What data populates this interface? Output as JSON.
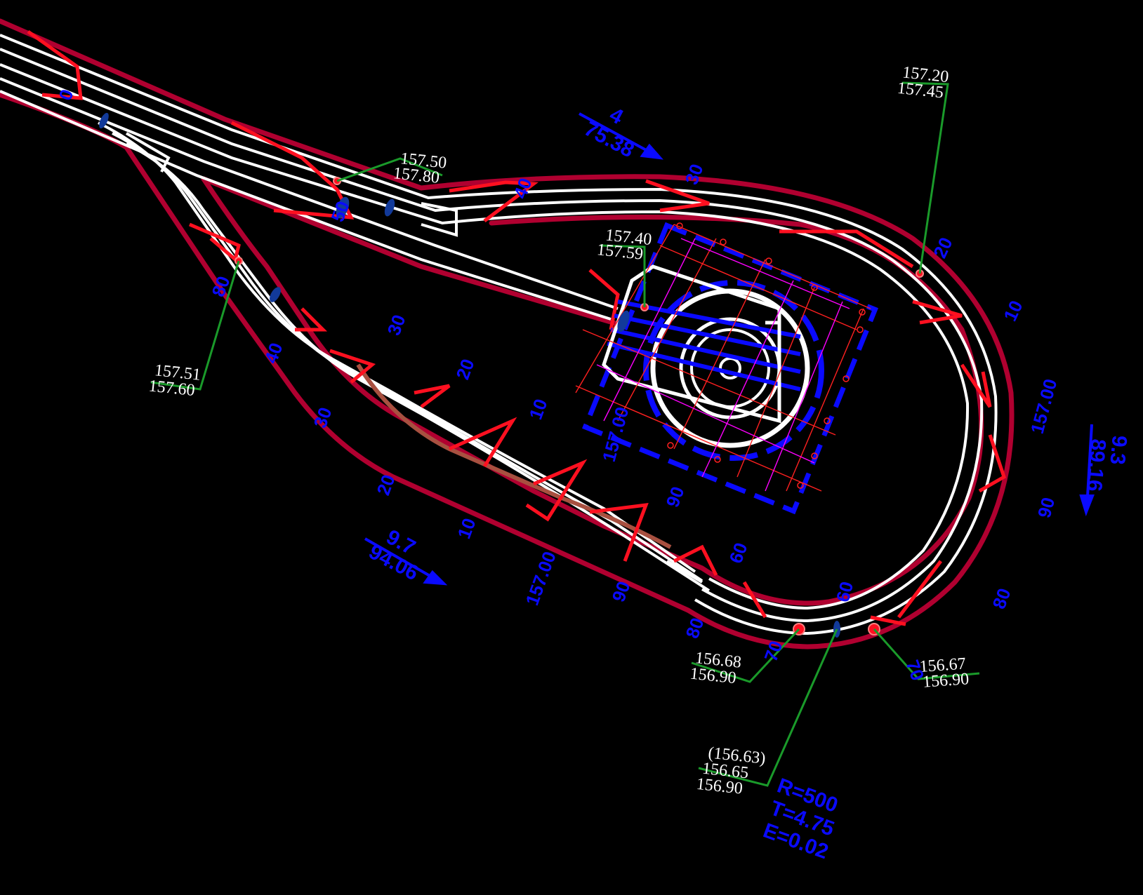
{
  "colors": {
    "background": "#000000",
    "edge": "#b00030",
    "lane": "#ffffff",
    "chevron": "#ff1020",
    "leader": "#1a9a2a",
    "label": "#0a0aff",
    "grid_red": "#ff2020",
    "grid_magenta": "#ff00ff",
    "drain": "#a85040"
  },
  "elevations": {
    "e1": {
      "top": "157.50",
      "bottom": "157.80"
    },
    "e2": {
      "top": "157.20",
      "bottom": "157.45"
    },
    "e3": {
      "top": "157.40",
      "bottom": "157.59"
    },
    "e4": {
      "top": "157.51",
      "bottom": "157.60"
    },
    "e5": {
      "top": "156.68",
      "bottom": "156.90"
    },
    "e6": {
      "top": "156.67",
      "bottom": "156.90"
    },
    "e7": {
      "l1": "(156.63)",
      "l2": "156.65",
      "l3": "156.90"
    }
  },
  "stations": {
    "s1": "40",
    "s2": "30",
    "s3": "20",
    "s4": "10",
    "s5": "157.00",
    "s6": "90",
    "s7": "80",
    "s8": "60",
    "s9": "70",
    "s10": "70",
    "s11": "50",
    "s12": "40",
    "s13": "30",
    "s14": "20",
    "s15": "10",
    "s16": "157.00",
    "s17": "90",
    "s18": "80",
    "s19": "30",
    "s20": "20",
    "s21": "10",
    "s22": "90",
    "s23": "60",
    "s24": "157.00",
    "s25": "80",
    "s26": "0"
  },
  "slopes": {
    "sl1": {
      "top": "4",
      "bottom": "75.38"
    },
    "sl2": {
      "top": "9.7",
      "bottom": "94.06"
    },
    "sl3": {
      "top": "9.3",
      "bottom": "89.16"
    }
  },
  "curve": {
    "r": "R=500",
    "t": "T=4.75",
    "e": "E=0.02"
  }
}
